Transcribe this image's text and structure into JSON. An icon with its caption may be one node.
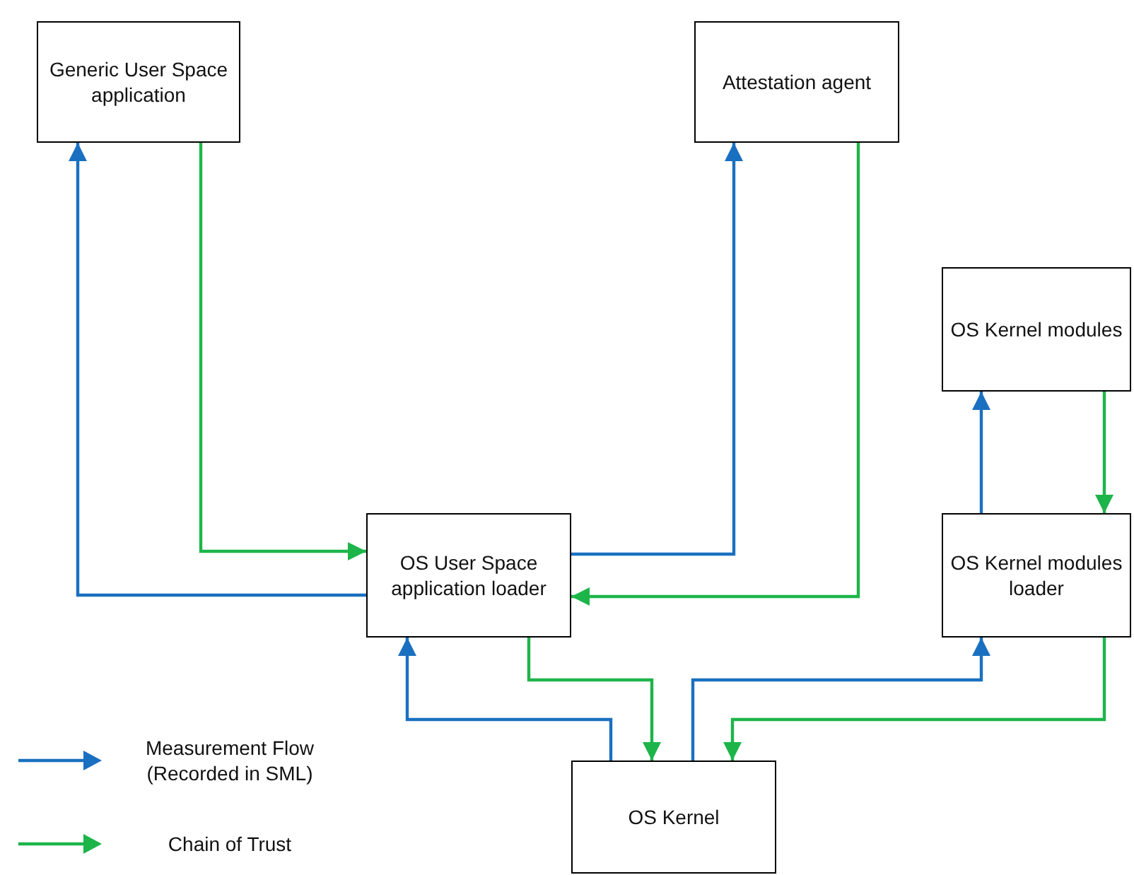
{
  "diagram": {
    "nodes": [
      {
        "text": [
          "Generic User Space application"
        ]
      },
      {
        "text": [
          "Attestation agent"
        ]
      },
      {
        "text": [
          "OS Kernel modules"
        ]
      },
      {
        "text": [
          "OS User Space application loader"
        ]
      },
      {
        "text": [
          "OS Kernel modules loader"
        ]
      },
      {
        "text": [
          "OS Kernel"
        ]
      }
    ],
    "edges": [
      {
        "from": 3,
        "to": 0,
        "arrow": "to"
      },
      {
        "from": 0,
        "to": 3,
        "arrow": "to",
        "color": "#1db54a"
      },
      {
        "from": 3,
        "to": 1,
        "arrow": "to"
      },
      {
        "from": 1,
        "to": 3,
        "arrow": "to",
        "color": "#1db54a"
      },
      {
        "from": 4,
        "to": 2,
        "arrow": "to"
      },
      {
        "from": 2,
        "to": 4,
        "arrow": "to",
        "color": "#1db54a"
      },
      {
        "from": 5,
        "to": 3,
        "arrow": "to"
      },
      {
        "from": 3,
        "to": 5,
        "arrow": "to",
        "color": "#1db54a"
      },
      {
        "from": 5,
        "to": 4,
        "arrow": "to"
      },
      {
        "from": 4,
        "to": 5,
        "arrow": "to",
        "color": "#1db54a"
      }
    ],
    "legend": [
      {
        "text": "Measurement Flow (Recorded in SML)"
      },
      {
        "text": "Chain of Trust"
      }
    ]
  }
}
